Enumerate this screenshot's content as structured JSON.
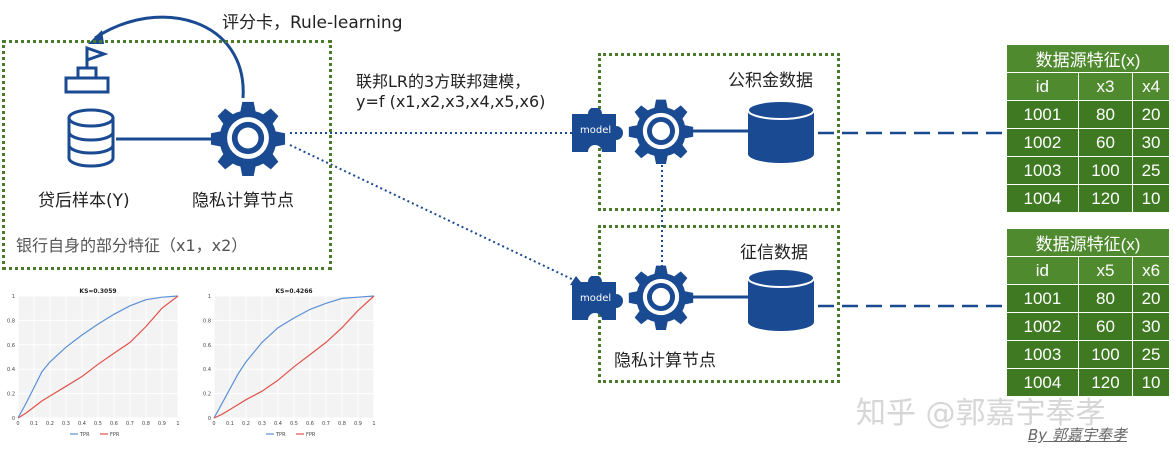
{
  "left_box": {
    "score_label": "评分卡，Rule-learning",
    "sample_label": "贷后样本(Y)",
    "node_label": "隐私计算节点",
    "feature_label": "银行自身的部分特征（x1，x2）"
  },
  "federated": {
    "line1": "联邦LR的3方联邦建模，",
    "line2": "y=f (x1,x2,x3,x4,x5,x6)"
  },
  "top_right_box": {
    "title": "公积金数据",
    "model_label": "model"
  },
  "bottom_right_box": {
    "title": "征信数据",
    "model_label": "model",
    "node_label": "隐私计算节点"
  },
  "table_top": {
    "title": "数据源特征(x)",
    "headers": [
      "id",
      "x3",
      "x4"
    ],
    "rows": [
      [
        "1001",
        "80",
        "20"
      ],
      [
        "1002",
        "60",
        "30"
      ],
      [
        "1003",
        "100",
        "25"
      ],
      [
        "1004",
        "120",
        "10"
      ]
    ]
  },
  "table_bottom": {
    "title": "数据源特征(x)",
    "headers": [
      "id",
      "x5",
      "x6"
    ],
    "rows": [
      [
        "1001",
        "80",
        "20"
      ],
      [
        "1002",
        "60",
        "30"
      ],
      [
        "1003",
        "100",
        "25"
      ],
      [
        "1004",
        "120",
        "10"
      ]
    ]
  },
  "chart_data": [
    {
      "type": "line",
      "title": "KS=0.3059",
      "x": [
        0,
        0.05,
        0.1,
        0.15,
        0.2,
        0.3,
        0.4,
        0.5,
        0.6,
        0.7,
        0.8,
        0.9,
        1
      ],
      "xticks": [
        "0",
        "0.1",
        "0.2",
        "0.3",
        "0.4",
        "0.5",
        "0.6",
        "0.7",
        "0.8",
        "0.9",
        "1"
      ],
      "yticks": [
        "0",
        "0.2",
        "0.4",
        "0.6",
        "0.8",
        "1"
      ],
      "xlim": [
        0,
        1
      ],
      "ylim": [
        0,
        1
      ],
      "series": [
        {
          "name": "TPR",
          "color": "#5b8fd6",
          "values": [
            0,
            0.12,
            0.25,
            0.38,
            0.46,
            0.58,
            0.68,
            0.77,
            0.85,
            0.92,
            0.97,
            0.99,
            1
          ]
        },
        {
          "name": "FPR",
          "color": "#e0524a",
          "values": [
            0,
            0.04,
            0.09,
            0.14,
            0.18,
            0.26,
            0.34,
            0.44,
            0.53,
            0.62,
            0.75,
            0.9,
            1
          ]
        }
      ],
      "legend": "bottom"
    },
    {
      "type": "line",
      "title": "KS=0.4266",
      "x": [
        0,
        0.05,
        0.1,
        0.15,
        0.2,
        0.3,
        0.4,
        0.5,
        0.6,
        0.7,
        0.8,
        0.9,
        1
      ],
      "xticks": [
        "0",
        "0.1",
        "0.2",
        "0.3",
        "0.4",
        "0.5",
        "0.6",
        "0.7",
        "0.8",
        "0.9",
        "1"
      ],
      "yticks": [
        "0",
        "0.2",
        "0.4",
        "0.6",
        "0.8",
        "1"
      ],
      "xlim": [
        0,
        1
      ],
      "ylim": [
        0,
        1
      ],
      "series": [
        {
          "name": "TPR",
          "color": "#5b8fd6",
          "values": [
            0,
            0.12,
            0.24,
            0.36,
            0.46,
            0.62,
            0.74,
            0.82,
            0.89,
            0.94,
            0.98,
            0.99,
            1
          ]
        },
        {
          "name": "FPR",
          "color": "#e0524a",
          "values": [
            0,
            0.03,
            0.07,
            0.11,
            0.15,
            0.22,
            0.31,
            0.42,
            0.52,
            0.62,
            0.74,
            0.88,
            1
          ]
        }
      ],
      "legend": "bottom"
    }
  ],
  "watermark": {
    "site": "知乎 @郭嘉宇奉孝",
    "byline": "By 郭嘉宇奉孝"
  },
  "colors": {
    "accent_blue": "#1a4a92",
    "box_green": "#4a7a2a",
    "table_green": "#3f7a22"
  }
}
